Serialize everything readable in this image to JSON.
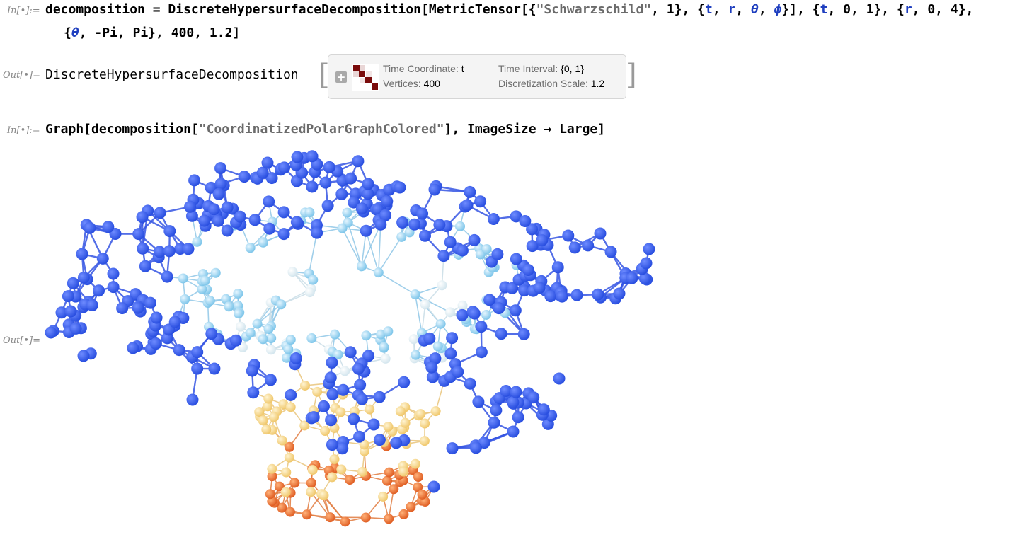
{
  "cells": {
    "in1": {
      "label": "In[•]:=",
      "code_line1": {
        "p1": "decomposition = DiscreteHypersurfaceDecomposition[MetricTensor[{",
        "s1": "\"Schwarzschild\"",
        "p2": ", 1}, {",
        "v_t": "t",
        "c1": ", ",
        "v_r": "r",
        "c2": ", ",
        "v_theta": "θ",
        "c3": ", ",
        "v_phi": "ϕ",
        "p3": "}], {",
        "v_t2": "t",
        "p4": ", 0, 1}, {",
        "v_r2": "r",
        "p5": ", 0, 4},"
      },
      "code_line2": {
        "p1": "{",
        "v_theta": "θ",
        "p2": ", -Pi, Pi}, 400, 1.2]"
      }
    },
    "out1": {
      "label": "Out[•]=",
      "head": "DiscreteHypersurfaceDecomposition",
      "summary": {
        "expand": "+",
        "time_coordinate_key": "Time Coordinate:",
        "time_coordinate_val": "t",
        "vertices_key": "Vertices:",
        "vertices_val": "400",
        "time_interval_key": "Time Interval:",
        "time_interval_val": "{0, 1}",
        "scale_key": "Discretization Scale:",
        "scale_val": "1.2"
      }
    },
    "in2": {
      "label": "In[•]:=",
      "p1": "Graph[decomposition[",
      "s1": "\"CoordinatizedPolarGraphColored\"",
      "p2": "], ImageSize → Large]"
    },
    "out2": {
      "label": "Out[•]=",
      "graph": {
        "vertex_count": 400,
        "colors": {
          "outer": "#3b5fe8",
          "middle": "#a8ddf2",
          "inner": "#f7d68c",
          "bottom": "#e8773a"
        }
      }
    }
  },
  "colors": {
    "symbol_blue": "#1f3fbf",
    "string_gray": "#6b6b6b",
    "matrix": "#7a0b0b"
  }
}
